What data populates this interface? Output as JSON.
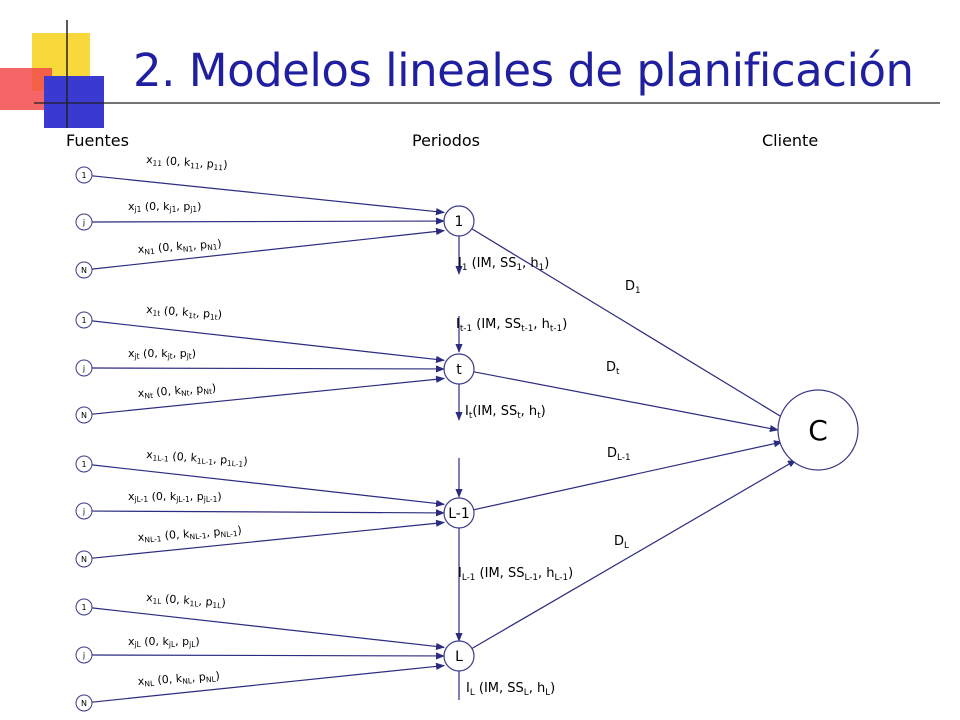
{
  "title": "2. Modelos lineales de planificación",
  "headers": {
    "sources": "Fuentes",
    "periods": "Periodos",
    "client": "Cliente"
  },
  "source_labels": [
    "1",
    "j",
    "N"
  ],
  "period_nodes": [
    "1",
    "t",
    "L-1",
    "L"
  ],
  "client_node": "C",
  "colors": {
    "title": "#1f1fa0",
    "lines": "#2b2b80",
    "node_border": "#3a3a8a"
  },
  "edges": [
    {
      "base": "x",
      "sub": "11",
      "rest": " (0, k",
      "sub2": "11",
      "rest2": ", p",
      "sub3": "11",
      "end": ")"
    },
    {
      "base": "x",
      "sub": "j1",
      "rest": " (0, k",
      "sub2": "j1",
      "rest2": ", p",
      "sub3": "j1",
      "end": ")"
    },
    {
      "base": "x",
      "sub": "N1",
      "rest": " (0, k",
      "sub2": "N1",
      "rest2": ", p",
      "sub3": "N1",
      "end": ")"
    },
    {
      "base": "x",
      "sub": "1t",
      "rest": " (0, k",
      "sub2": "1t",
      "rest2": ", p",
      "sub3": "1t",
      "end": ")"
    },
    {
      "base": "x",
      "sub": "jt",
      "rest": " (0, k",
      "sub2": "jt",
      "rest2": ", p",
      "sub3": "jt",
      "end": ")"
    },
    {
      "base": "x",
      "sub": "Nt",
      "rest": " (0, k",
      "sub2": "Nt",
      "rest2": ", p",
      "sub3": "Nt",
      "end": ")"
    },
    {
      "base": "x",
      "sub": "1L-1",
      "rest": " (0, k",
      "sub2": "1L-1",
      "rest2": ", p",
      "sub3": "1L-1",
      "end": ")"
    },
    {
      "base": "x",
      "sub": "jL-1",
      "rest": " (0, k",
      "sub2": "jL-1",
      "rest2": ", p",
      "sub3": "jL-1",
      "end": ")"
    },
    {
      "base": "x",
      "sub": "NL-1",
      "rest": " (0, k",
      "sub2": "NL-1",
      "rest2": ", p",
      "sub3": "NL-1",
      "end": ")"
    },
    {
      "base": "x",
      "sub": "1L",
      "rest": " (0, k",
      "sub2": "1L",
      "rest2": ", p",
      "sub3": "1L",
      "end": ")"
    },
    {
      "base": "x",
      "sub": "jL",
      "rest": " (0, k",
      "sub2": "jL",
      "rest2": ", p",
      "sub3": "jL",
      "end": ")"
    },
    {
      "base": "x",
      "sub": "NL",
      "rest": " (0, k",
      "sub2": "NL",
      "rest2": ", p",
      "sub3": "NL",
      "end": ")"
    }
  ],
  "inventory": [
    {
      "base": "I",
      "sub": "1",
      "rest": " (IM, SS",
      "sub2": "1",
      "rest2": ", h",
      "sub3": "1",
      "end": ")"
    },
    {
      "base": "I",
      "sub": "t-1",
      "rest": " (IM, SS",
      "sub2": "t-1",
      "rest2": ", h",
      "sub3": "t-1",
      "end": ")"
    },
    {
      "base": "I",
      "sub": "t",
      "rest": "(IM, SS",
      "sub2": "t",
      "rest2": ", h",
      "sub3": "t",
      "end": ")"
    },
    {
      "base": "I",
      "sub": "L-1",
      "rest": " (IM, SS",
      "sub2": "L-1",
      "rest2": ", h",
      "sub3": "L-1",
      "end": ")"
    },
    {
      "base": "I",
      "sub": "L",
      "rest": " (IM, SS",
      "sub2": "L",
      "rest2": ", h",
      "sub3": "L",
      "end": ")"
    }
  ],
  "demand": [
    {
      "base": "D",
      "sub": "1"
    },
    {
      "base": "D",
      "sub": "t"
    },
    {
      "base": "D",
      "sub": "L-1"
    },
    {
      "base": "D",
      "sub": "L"
    }
  ]
}
